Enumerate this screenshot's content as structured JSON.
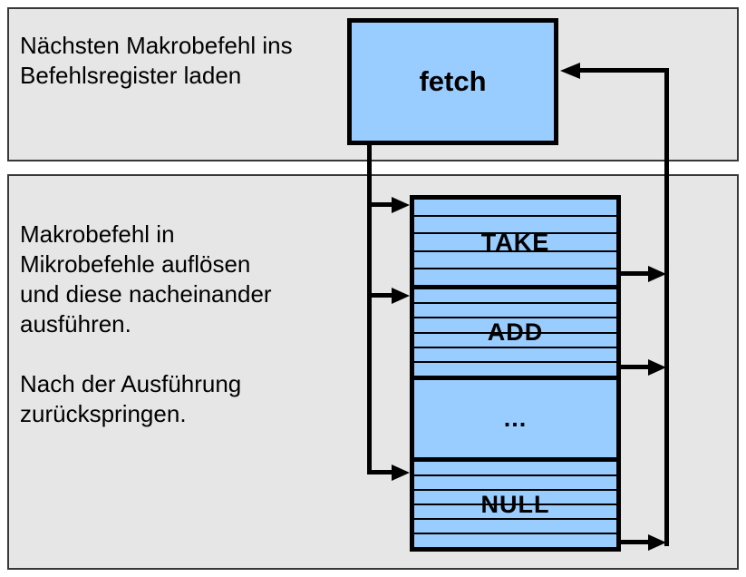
{
  "colors": {
    "panel_background": "#e6e6e6",
    "box_blue": "#99ccff",
    "line_black": "#000000",
    "panel_border": "#383838",
    "page_background": "#ffffff"
  },
  "top_panel": {
    "description": "Nächsten Makrobefehl ins\nBefehlsregister laden",
    "box_label": "fetch"
  },
  "bottom_panel": {
    "description_1": "Makrobefehl in\nMikrobefehle auflösen\nund diese nacheinander\nausführen.",
    "description_2": "Nach der Ausführung\nzurückspringen.",
    "micro_blocks": [
      {
        "label": "TAKE",
        "rows": 5
      },
      {
        "label": "ADD",
        "rows": 6
      },
      {
        "label": "...",
        "rows": 1
      },
      {
        "label": "NULL",
        "rows": 6
      }
    ]
  }
}
